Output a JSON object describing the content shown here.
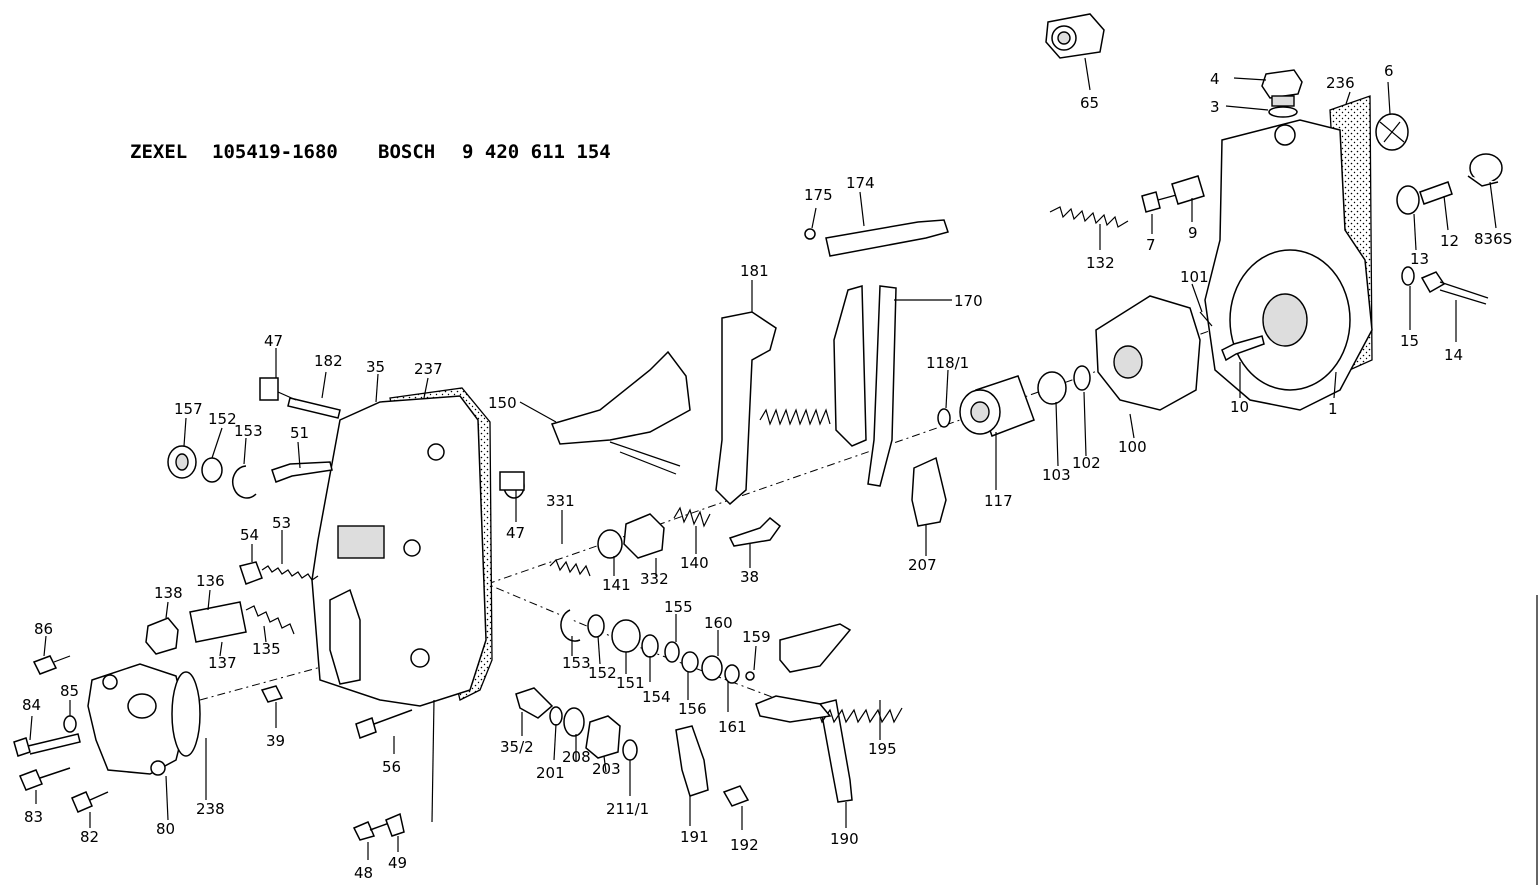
{
  "header": {
    "brand1": "ZEXEL",
    "number1": "105419-1680",
    "brand2": "BOSCH",
    "number2": "9 420 611 154"
  },
  "callouts": [
    "65",
    "4",
    "3",
    "236",
    "6",
    "175",
    "174",
    "132",
    "7",
    "9",
    "13",
    "12",
    "836S",
    "181",
    "101",
    "170",
    "15",
    "14",
    "10",
    "1",
    "47",
    "182",
    "35",
    "237",
    "150",
    "118/1",
    "157",
    "152",
    "153",
    "51",
    "103",
    "102",
    "100",
    "331",
    "47",
    "54",
    "53",
    "140",
    "38",
    "117",
    "207",
    "141",
    "332",
    "138",
    "136",
    "155",
    "160",
    "159",
    "137",
    "135",
    "153",
    "152",
    "151",
    "154",
    "86",
    "156",
    "161",
    "195",
    "85",
    "39",
    "84",
    "35/2",
    "201",
    "208",
    "203",
    "211/1",
    "56",
    "83",
    "82",
    "80",
    "238",
    "191",
    "192",
    "190",
    "48",
    "49"
  ]
}
